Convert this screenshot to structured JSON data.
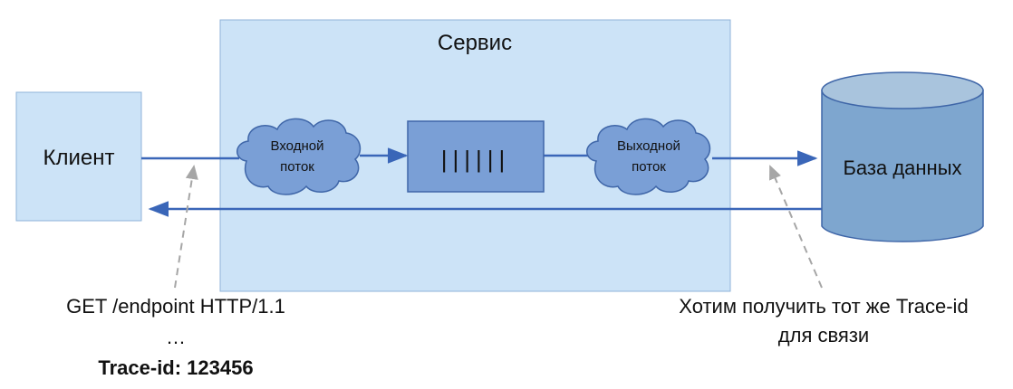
{
  "diagram": {
    "service_label": "Сервис",
    "client_label": "Клиент",
    "input_stream": {
      "line1": "Входной",
      "line2": "поток"
    },
    "queue_label": "||||||",
    "output_stream": {
      "line1": "Выходной",
      "line2": "поток"
    },
    "database_label": "База данных"
  },
  "annotations": {
    "request_line": "GET /endpoint HTTP/1.1",
    "ellipsis": "…",
    "trace_header": "Trace-id: 123456",
    "goal_line1": "Хотим получить тот же Trace-id",
    "goal_line2": "для связи"
  },
  "colors": {
    "service_fill": "#cce3f7",
    "client_fill": "#cce3f7",
    "node_fill": "#7a9fd6",
    "node_stroke": "#3f66a8",
    "database_body": "#7ea6cf",
    "database_top": "#a9c4dd",
    "arrow": "#3a66b8",
    "dashed": "#a6a6a6"
  }
}
